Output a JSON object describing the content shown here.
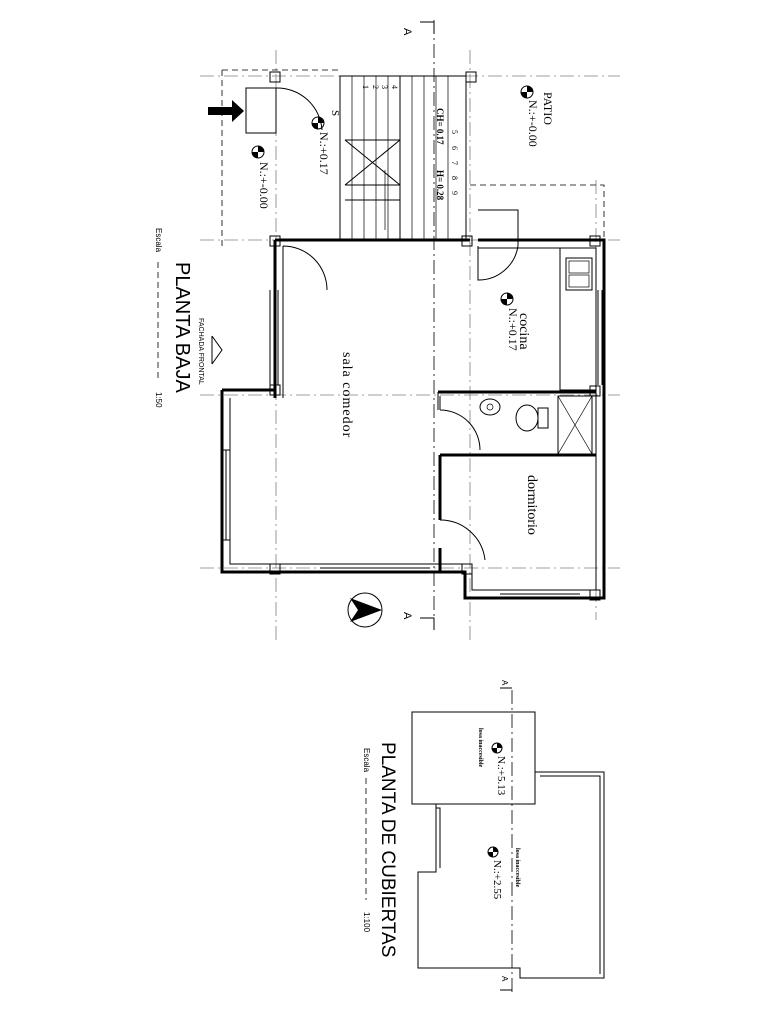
{
  "planta_baja": {
    "title": "PLANTA BAJA",
    "scale_label": "Escala",
    "scale_value": "1:50",
    "facade_label": "FACHADA FRONTAL",
    "rooms": {
      "patio": "PATIO",
      "cocina": "cocina",
      "sala_comedor": "sala comedor",
      "dormitorio": "dormitorio"
    },
    "levels": {
      "patio": "N.:+-0.00",
      "entrance_inner": "N.:+0.17",
      "entrance_outer": "N.:+-0.00",
      "cocina": "N.:+0.17"
    },
    "stair": {
      "steps": [
        "1",
        "2",
        "3",
        "4",
        "5",
        "6",
        "7",
        "8",
        "9"
      ],
      "up_marker": "S",
      "ch_label": "CH= 0.17",
      "h_label": "H= 0.28"
    },
    "section_marker": "A"
  },
  "planta_cubiertas": {
    "title": "PLANTA DE CUBIERTAS",
    "scale_label": "Escala",
    "scale_value": "1:100",
    "upper_slab_label": "losa inaccesible",
    "upper_level": "N.:+5.13",
    "lower_slab_label": "losa inaccesible",
    "lower_level": "N.:+2.55",
    "section_marker": "A"
  }
}
